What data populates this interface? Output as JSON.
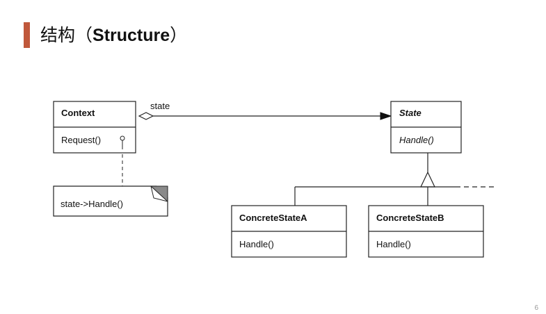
{
  "slide": {
    "title_zh": "结构",
    "title_open": "（",
    "title_en": "Structure",
    "title_close": "）",
    "page_number": "6",
    "accent_color": "#c0583b"
  },
  "diagram": {
    "context": {
      "name": "Context",
      "method": "Request()"
    },
    "association_label": "state",
    "note": "state->Handle()",
    "state": {
      "name": "State",
      "method": "Handle()"
    },
    "concrete_a": {
      "name": "ConcreteStateA",
      "method": "Handle()"
    },
    "concrete_b": {
      "name": "ConcreteStateB",
      "method": "Handle()"
    }
  }
}
